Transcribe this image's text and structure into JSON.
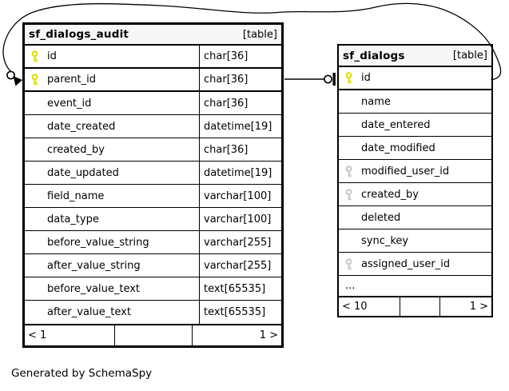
{
  "generator": "Generated by SchemaSpy",
  "colors": {
    "primary_key": "#e2e200",
    "implied_key": "#c8c8c8",
    "header_bg": "#f7f7f7",
    "line": "#000000",
    "background": "#ffffff"
  },
  "relationship": {
    "from": "sf_dialogs_audit.parent_id",
    "to": "sf_dialogs.id"
  },
  "tables": [
    {
      "name": "sf_dialogs_audit",
      "badge": "[table]",
      "columns": [
        {
          "name": "id",
          "type": "char[36]",
          "key": "primary"
        },
        {
          "name": "parent_id",
          "type": "char[36]",
          "key": "primary"
        },
        {
          "name": "event_id",
          "type": "char[36]",
          "key": "none"
        },
        {
          "name": "date_created",
          "type": "datetime[19]",
          "key": "none"
        },
        {
          "name": "created_by",
          "type": "char[36]",
          "key": "none"
        },
        {
          "name": "date_updated",
          "type": "datetime[19]",
          "key": "none"
        },
        {
          "name": "field_name",
          "type": "varchar[100]",
          "key": "none"
        },
        {
          "name": "data_type",
          "type": "varchar[100]",
          "key": "none"
        },
        {
          "name": "before_value_string",
          "type": "varchar[255]",
          "key": "none"
        },
        {
          "name": "after_value_string",
          "type": "varchar[255]",
          "key": "none"
        },
        {
          "name": "before_value_text",
          "type": "text[65535]",
          "key": "none"
        },
        {
          "name": "after_value_text",
          "type": "text[65535]",
          "key": "none"
        }
      ],
      "footer": {
        "left": "< 1",
        "middle": "",
        "right": "1 >"
      }
    },
    {
      "name": "sf_dialogs",
      "badge": "[table]",
      "columns": [
        {
          "name": "id",
          "key": "primary"
        },
        {
          "name": "name",
          "key": "none"
        },
        {
          "name": "date_entered",
          "key": "none"
        },
        {
          "name": "date_modified",
          "key": "none"
        },
        {
          "name": "modified_user_id",
          "key": "implied"
        },
        {
          "name": "created_by",
          "key": "implied"
        },
        {
          "name": "deleted",
          "key": "none"
        },
        {
          "name": "sync_key",
          "key": "none"
        },
        {
          "name": "assigned_user_id",
          "key": "implied"
        },
        {
          "name": "...",
          "key": "none"
        }
      ],
      "footer": {
        "left": "< 10",
        "middle": "",
        "right": "1 >"
      }
    }
  ]
}
